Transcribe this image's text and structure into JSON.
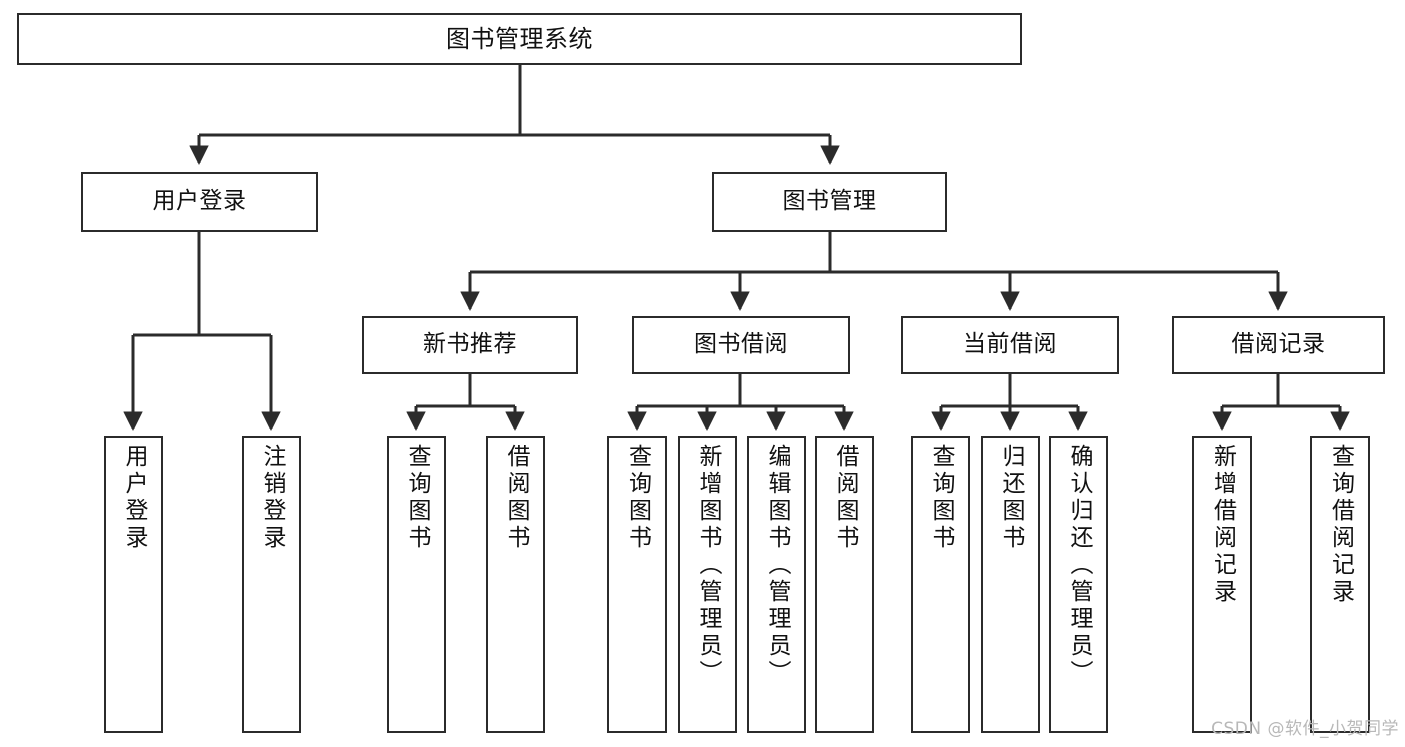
{
  "diagram": {
    "type": "tree-hierarchy-chart",
    "title": "图书管理系统",
    "watermark": "CSDN @软件_小贺同学",
    "theme": {
      "background": "#ffffff",
      "stroke": "#2b2b2b",
      "text": "#111111",
      "watermark_color": "#b8b8b8"
    },
    "root": {
      "id": "root",
      "label": "图书管理系统"
    },
    "level2": [
      {
        "id": "user-login",
        "label": "用户登录"
      },
      {
        "id": "book-manage",
        "label": "图书管理"
      }
    ],
    "level3": [
      {
        "id": "new-book-recommend",
        "label": "新书推荐",
        "parent": "book-manage"
      },
      {
        "id": "book-borrow",
        "label": "图书借阅",
        "parent": "book-manage"
      },
      {
        "id": "current-borrow",
        "label": "当前借阅",
        "parent": "book-manage"
      },
      {
        "id": "borrow-record",
        "label": "借阅记录",
        "parent": "book-manage"
      }
    ],
    "leaves": {
      "user-login": [
        {
          "id": "leaf-user-login",
          "label": "用户登录"
        },
        {
          "id": "leaf-user-logout",
          "label": "注销登录"
        }
      ],
      "new-book-recommend": [
        {
          "id": "leaf-query-book-1",
          "label": "查询图书"
        },
        {
          "id": "leaf-borrow-book-1",
          "label": "借阅图书"
        }
      ],
      "book-borrow": [
        {
          "id": "leaf-query-book-2",
          "label": "查询图书"
        },
        {
          "id": "leaf-add-book",
          "label": "新增图书（管理员）"
        },
        {
          "id": "leaf-edit-book",
          "label": "编辑图书（管理员）"
        },
        {
          "id": "leaf-borrow-book-2",
          "label": "借阅图书"
        }
      ],
      "current-borrow": [
        {
          "id": "leaf-query-book-3",
          "label": "查询图书"
        },
        {
          "id": "leaf-return-book",
          "label": "归还图书"
        },
        {
          "id": "leaf-confirm-return",
          "label": "确认归还（管理员）"
        }
      ],
      "borrow-record": [
        {
          "id": "leaf-add-record",
          "label": "新增借阅记录"
        },
        {
          "id": "leaf-query-record",
          "label": "查询借阅记录"
        }
      ]
    }
  }
}
